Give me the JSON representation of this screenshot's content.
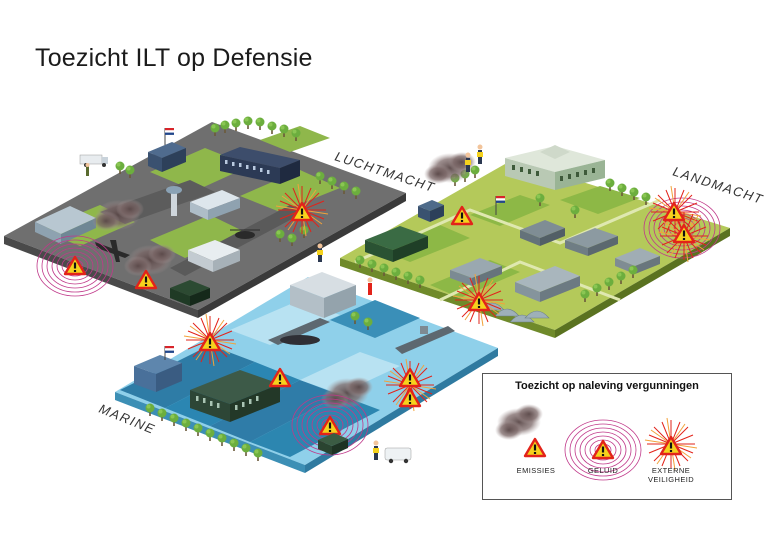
{
  "title": "Toezicht ILT op Defensie",
  "sectors": {
    "luchtmacht": "LUCHTMACHT",
    "landmacht": "LANDMACHT",
    "marine": "MARINE"
  },
  "legend": {
    "title": "Toezicht op naleving vergunningen",
    "items": [
      {
        "label": "EMISSIES"
      },
      {
        "label": "GELUID"
      },
      {
        "label": "EXTERNE VEILIGHEID",
        "line1": "EXTERNE",
        "line2": "VEILIGHEID"
      }
    ]
  },
  "colors": {
    "warning_yellow": "#f5d21d",
    "warning_red": "#e2231a",
    "noise_rings": "#c0398a",
    "smoke": "#6e5a5a",
    "grass": "#9bbf4a",
    "water": "#7fc4e0",
    "airbase_ground": "#7a7a7a"
  }
}
